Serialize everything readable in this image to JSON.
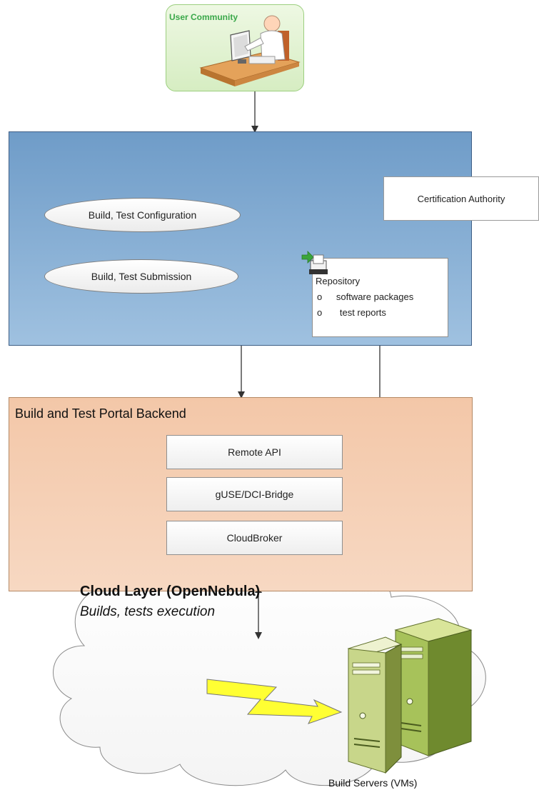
{
  "user_community": {
    "label": "User Community"
  },
  "frontend": {
    "config_label": "Build, Test Configuration",
    "submission_label": "Build, Test Submission",
    "cert_label": "Certification Authority",
    "repository": {
      "title": "Repository",
      "bullet": "o",
      "items": [
        "software packages",
        "test reports"
      ]
    }
  },
  "backend": {
    "title": "Build and Test Portal Backend",
    "components": [
      "Remote API",
      "gUSE/DCI-Bridge",
      "CloudBroker"
    ]
  },
  "cloud": {
    "title": "Cloud Layer (OpenNebula)",
    "subtitle": "Builds, tests execution",
    "servers_label": "Build Servers (VMs)"
  },
  "colors": {
    "frontend_fill": "#9fc1e0",
    "backend_fill": "#f7d8c2",
    "community_fill": "#d6edc2",
    "community_text": "#3aa84a",
    "server_green": "#9fb84e",
    "lightning": "#ffff33"
  },
  "icons": [
    "user-at-computer-icon",
    "repository-icon",
    "server-icon",
    "lightning-icon"
  ]
}
